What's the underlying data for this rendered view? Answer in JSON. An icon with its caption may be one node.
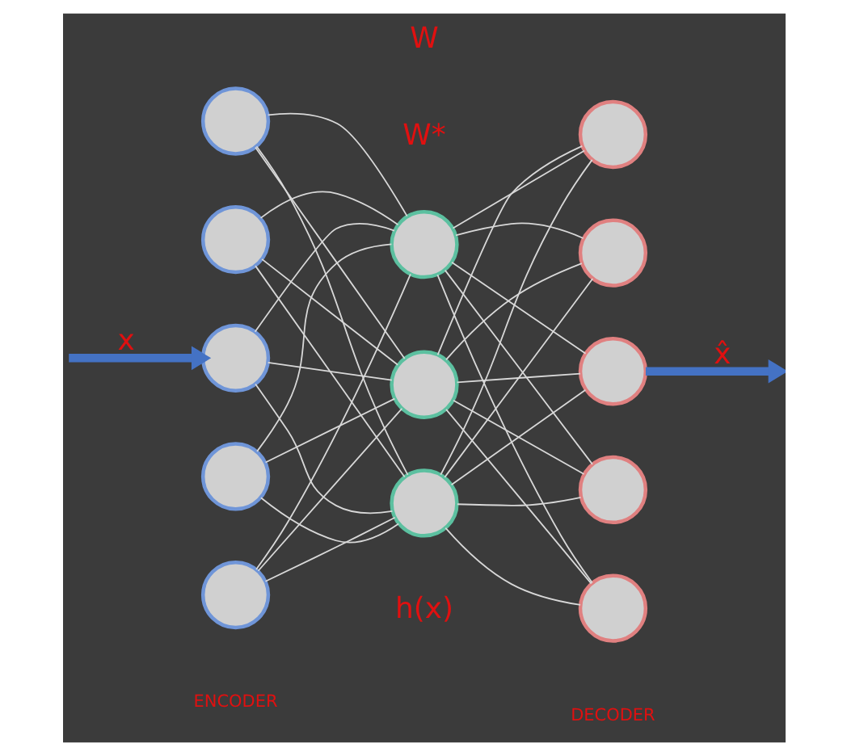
{
  "diagram": {
    "nodes": [
      {
        "text": [],
        "shape": "circle"
      },
      {
        "text": [],
        "shape": "circle"
      },
      {
        "text": [],
        "shape": "circle"
      },
      {
        "text": [],
        "shape": "circle"
      },
      {
        "text": [],
        "shape": "circle"
      },
      {
        "text": [],
        "shape": "circle"
      },
      {
        "text": [],
        "shape": "circle"
      },
      {
        "text": [],
        "shape": "circle"
      },
      {
        "text": [],
        "shape": "circle"
      },
      {
        "text": [],
        "shape": "circle"
      },
      {
        "text": [],
        "shape": "circle"
      },
      {
        "text": [],
        "shape": "circle"
      },
      {
        "text": [],
        "shape": "circle"
      }
    ],
    "edges": [
      {
        "from": null,
        "to": 2,
        "arrow": "to",
        "label": "x",
        "style": "thick",
        "color": "#4472c4"
      },
      {
        "from": 0,
        "to": 5,
        "arrow": "none"
      },
      {
        "from": 0,
        "to": 6,
        "arrow": "none"
      },
      {
        "from": 0,
        "to": 7,
        "arrow": "none"
      },
      {
        "from": 1,
        "to": 5,
        "arrow": "none"
      },
      {
        "from": 1,
        "to": 6,
        "arrow": "none"
      },
      {
        "from": 1,
        "to": 7,
        "arrow": "none"
      },
      {
        "from": 2,
        "to": 5,
        "arrow": "none"
      },
      {
        "from": 2,
        "to": 6,
        "arrow": "none"
      },
      {
        "from": 2,
        "to": 7,
        "arrow": "none"
      },
      {
        "from": 3,
        "to": 5,
        "arrow": "none"
      },
      {
        "from": 3,
        "to": 6,
        "arrow": "none"
      },
      {
        "from": 3,
        "to": 7,
        "arrow": "none"
      },
      {
        "from": 4,
        "to": 5,
        "arrow": "none"
      },
      {
        "from": 4,
        "to": 6,
        "arrow": "none"
      },
      {
        "from": 4,
        "to": 7,
        "arrow": "none"
      },
      {
        "from": 5,
        "to": 8,
        "arrow": "none"
      },
      {
        "from": 5,
        "to": 9,
        "arrow": "none"
      },
      {
        "from": 5,
        "to": 10,
        "arrow": "none"
      },
      {
        "from": 5,
        "to": 11,
        "arrow": "none"
      },
      {
        "from": 5,
        "to": 12,
        "arrow": "none"
      },
      {
        "from": 6,
        "to": 8,
        "arrow": "none"
      },
      {
        "from": 6,
        "to": 9,
        "arrow": "none"
      },
      {
        "from": 6,
        "to": 10,
        "arrow": "none"
      },
      {
        "from": 6,
        "to": 11,
        "arrow": "none"
      },
      {
        "from": 6,
        "to": 12,
        "arrow": "none"
      },
      {
        "from": 7,
        "to": 8,
        "arrow": "none"
      },
      {
        "from": 7,
        "to": 9,
        "arrow": "none"
      },
      {
        "from": 7,
        "to": 10,
        "arrow": "none"
      },
      {
        "from": 7,
        "to": 11,
        "arrow": "none"
      },
      {
        "from": 7,
        "to": 12,
        "arrow": "none"
      },
      {
        "from": 10,
        "to": null,
        "arrow": "to",
        "label": "x̂",
        "style": "thick",
        "color": "#4472c4"
      }
    ],
    "labels": [
      "W",
      "W*",
      "h(x)",
      "ENCODER",
      "DECODER"
    ]
  }
}
